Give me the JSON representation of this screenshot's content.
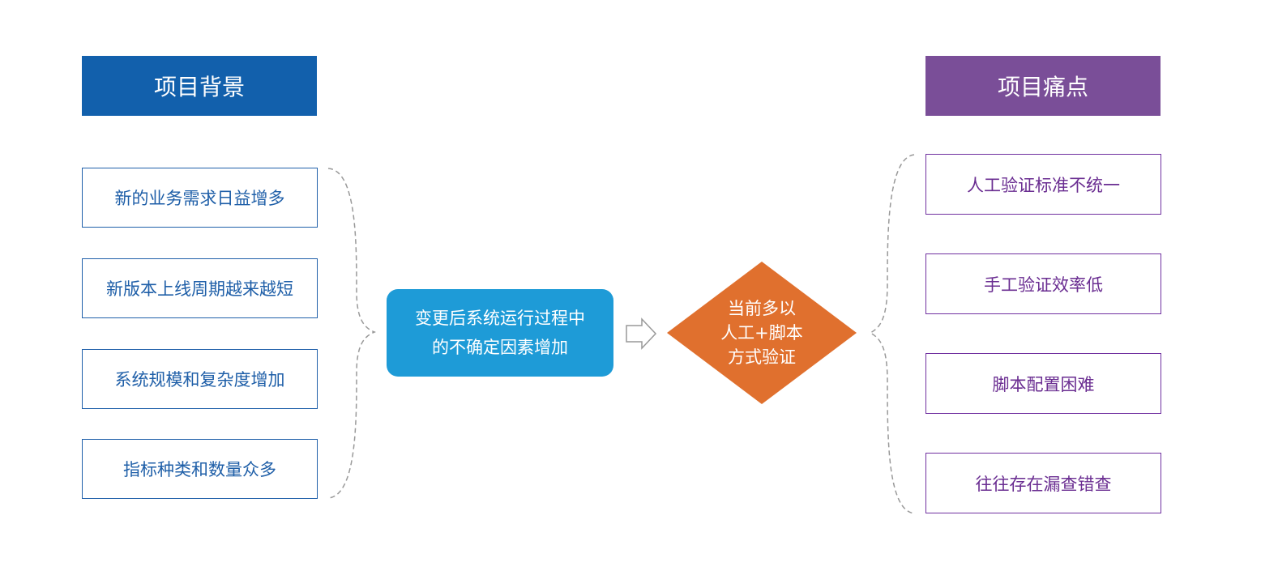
{
  "left_header": "项目背景",
  "right_header": "项目痛点",
  "background_items": [
    "新的业务需求日益增多",
    "新版本上线周期越来越短",
    "系统规模和复杂度增加",
    "指标种类和数量众多"
  ],
  "center_box": {
    "line1": "变更后系统运行过程中",
    "line2": "的不确定因素增加"
  },
  "diamond": {
    "line1": "当前多以",
    "line2": "人工+脚本",
    "line3": "方式验证"
  },
  "pain_items": [
    "人工验证标准不统一",
    "手工验证效率低",
    "脚本配置困难",
    "往往存在漏查错查"
  ],
  "colors": {
    "blue_header": "#1260ac",
    "purple_header": "#7a4e98",
    "center_box": "#1e9bd7",
    "diamond": "#e0702e"
  }
}
